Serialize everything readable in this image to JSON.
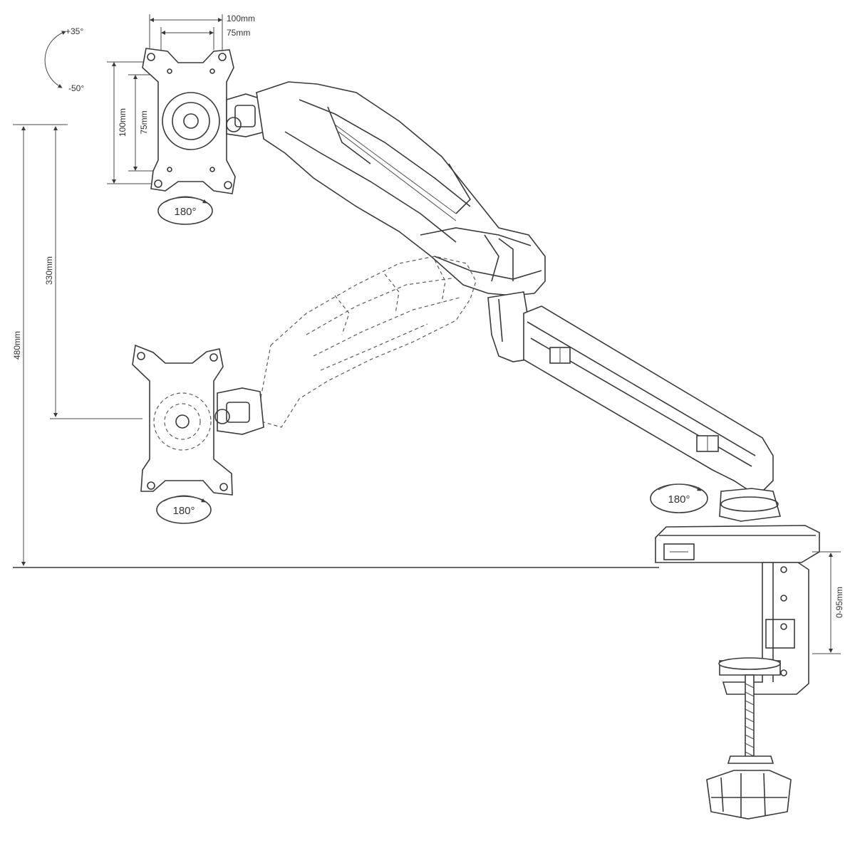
{
  "dimensions": {
    "tilt_up": "+35°",
    "tilt_down": "-50°",
    "vesa_h_100": "100mm",
    "vesa_h_75": "75mm",
    "vesa_v_100": "100mm",
    "vesa_v_75": "75mm",
    "height_travel": "330mm",
    "max_height": "480mm",
    "clamp_range": "0-95mm"
  },
  "rotations": {
    "top_plate": "180°",
    "lower_plate": "180°",
    "base": "180°"
  }
}
